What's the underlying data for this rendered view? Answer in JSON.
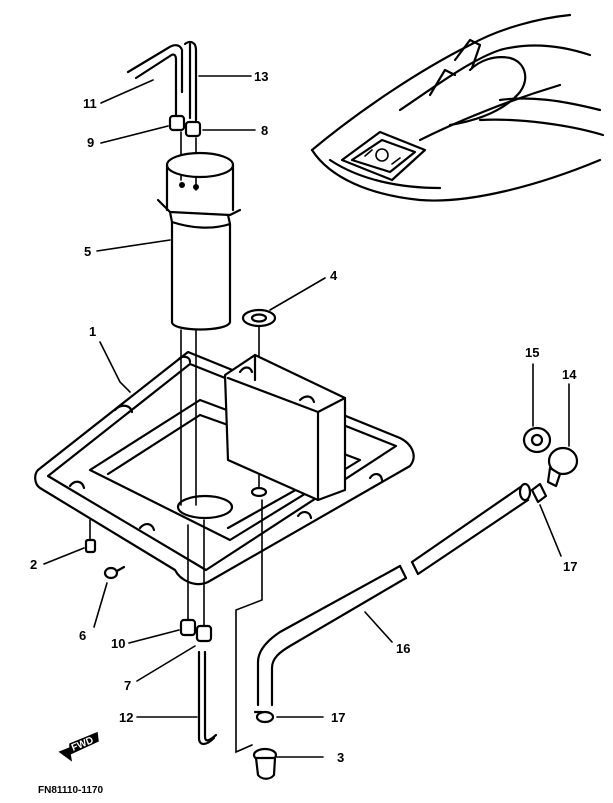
{
  "diagram": {
    "code": "FN81110-1170",
    "fwd_label": "FWD",
    "callouts": {
      "c1": "1",
      "c2": "2",
      "c3": "3",
      "c4": "4",
      "c5": "5",
      "c6": "6",
      "c7": "7",
      "c8": "8",
      "c9": "9",
      "c10": "10",
      "c11": "11",
      "c12": "12",
      "c13": "13",
      "c14": "14",
      "c15": "15",
      "c16": "16",
      "c17a": "17",
      "c17b": "17"
    }
  }
}
